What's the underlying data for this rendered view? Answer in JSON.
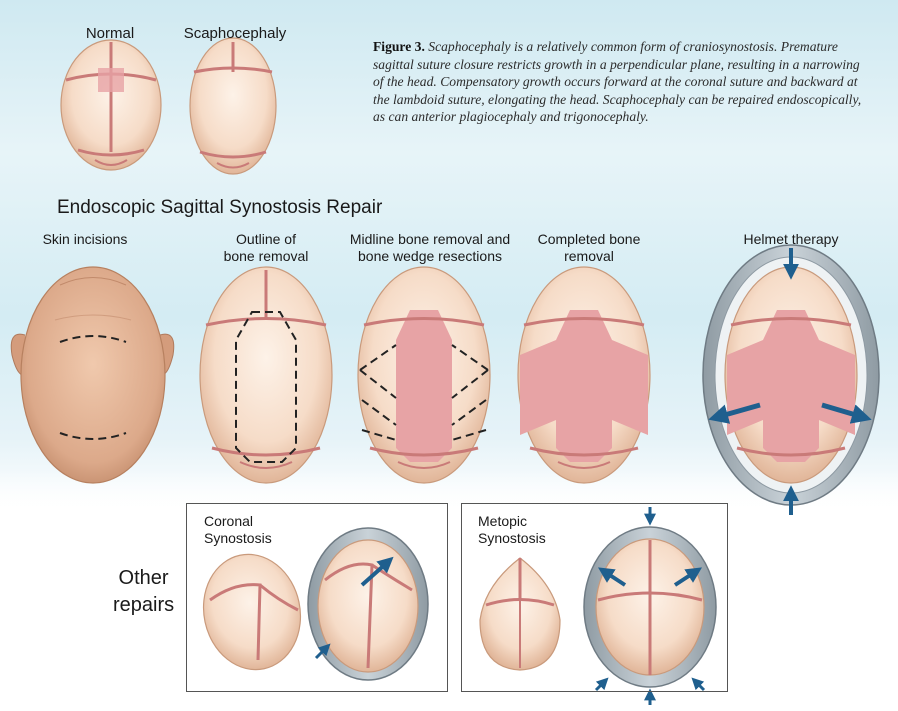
{
  "labels": {
    "normal": "Normal",
    "scaphocephaly": "Scaphocephaly"
  },
  "caption": {
    "figure": "Figure 3.",
    "text": "Scaphocephaly is a relatively common form of craniosynostosis. Premature sagittal suture closure restricts growth in a perpendicular plane, resulting in a narrowing of the head. Compensatory growth occurs forward at the coronal suture and backward at the lambdoid suture, elongating the head. Scaphocephaly can be repaired endoscopically, as can anterior plagiocephaly and trigonocephaly."
  },
  "section_title": "Endoscopic Sagittal Synostosis Repair",
  "steps": [
    "Skin incisions",
    "Outline of\nbone removal",
    "Midline bone removal and\nbone wedge resections",
    "Completed bone\nremoval",
    "Helmet therapy"
  ],
  "other": {
    "heading": "Other\nrepairs",
    "coronal": "Coronal\nSynostosis",
    "metopic": "Metopic\nSynostosis"
  },
  "colors": {
    "bone": "#f6dcc8",
    "bone_shadow": "#d9a787",
    "suture": "#c97a78",
    "exposed": "#e7a3a5",
    "skin": "#dca98a",
    "helmet": "#a7b2b9",
    "arrow": "#1f5f8e"
  }
}
